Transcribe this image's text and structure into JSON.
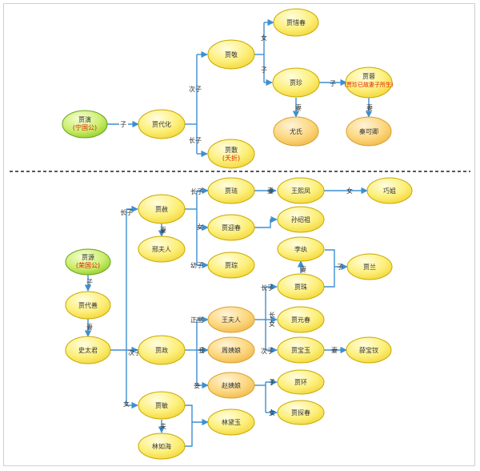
{
  "nodes": {
    "jiayan": {
      "name": "贾演",
      "title": "(宁国公)"
    },
    "jiadaihua": {
      "name": "贾代化"
    },
    "jiajing": {
      "name": "贾敬"
    },
    "jiafu": {
      "name": "贾敷",
      "title": "(夭折)"
    },
    "xichun": {
      "name": "贾惜春"
    },
    "jiazhen": {
      "name": "贾珍"
    },
    "jiarong": {
      "name": "贾蓉",
      "title": "(贾珍已故妻子所生)"
    },
    "youshi": {
      "name": "尤氏"
    },
    "qinkeqing": {
      "name": "秦可卿"
    },
    "jiayuan": {
      "name": "贾源",
      "title": "(荣国公)"
    },
    "jiadaishan": {
      "name": "贾代善"
    },
    "shitaijun": {
      "name": "史太君"
    },
    "jiashe": {
      "name": "贾赦"
    },
    "xingfuren": {
      "name": "邢夫人"
    },
    "jialian": {
      "name": "贾琏"
    },
    "wangxifeng": {
      "name": "王熙凤"
    },
    "qiaojie": {
      "name": "巧姐"
    },
    "yingchun": {
      "name": "贾迎春"
    },
    "sunshaozu": {
      "name": "孙绍祖"
    },
    "jiacong": {
      "name": "贾琮"
    },
    "jiazheng": {
      "name": "贾政"
    },
    "wangfuren": {
      "name": "王夫人"
    },
    "zhouyiniang": {
      "name": "周姨娘"
    },
    "zhaoyiniang": {
      "name": "赵姨娘"
    },
    "liwan": {
      "name": "李纨"
    },
    "jiazhu": {
      "name": "贾珠"
    },
    "jialan": {
      "name": "贾兰"
    },
    "yuanchun": {
      "name": "贾元春"
    },
    "baoyu": {
      "name": "贾宝玉"
    },
    "baochai": {
      "name": "薛宝钗"
    },
    "jiahuan": {
      "name": "贾环"
    },
    "tanchun": {
      "name": "贾探春"
    },
    "jiamin": {
      "name": "贾敏"
    },
    "linruhai": {
      "name": "林如海"
    },
    "daiyu": {
      "name": "林黛玉"
    }
  },
  "edge_labels": {
    "zi": "子",
    "nv": "女",
    "ciz": "次子",
    "changzi": "长子",
    "qi": "妻",
    "fu": "夫",
    "youzi": "幼子",
    "zhengshi": "正室",
    "qie": "妾",
    "chang": "长",
    "ci": "次"
  }
}
